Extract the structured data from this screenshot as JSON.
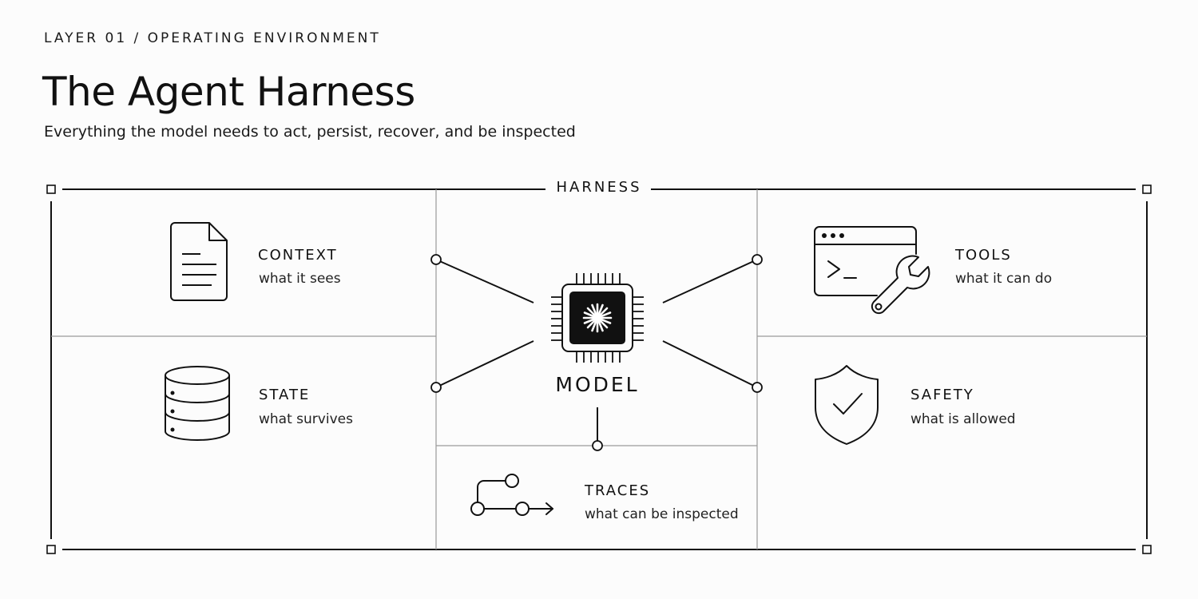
{
  "header": {
    "eyebrow": "LAYER 01 / OPERATING ENVIRONMENT",
    "title": "The Agent Harness",
    "subtitle": "Everything the model needs to act, persist, recover, and be inspected"
  },
  "frame": {
    "label": "HARNESS"
  },
  "model": {
    "label": "MODEL"
  },
  "components": {
    "context": {
      "title": "CONTEXT",
      "desc": "what it sees",
      "icon": "document-icon"
    },
    "state": {
      "title": "STATE",
      "desc": "what survives",
      "icon": "database-icon"
    },
    "tools": {
      "title": "TOOLS",
      "desc": "what it can do",
      "icon": "terminal-wrench-icon"
    },
    "safety": {
      "title": "SAFETY",
      "desc": "what is allowed",
      "icon": "shield-check-icon"
    },
    "traces": {
      "title": "TRACES",
      "desc": "what can be inspected",
      "icon": "branch-trace-icon"
    }
  }
}
